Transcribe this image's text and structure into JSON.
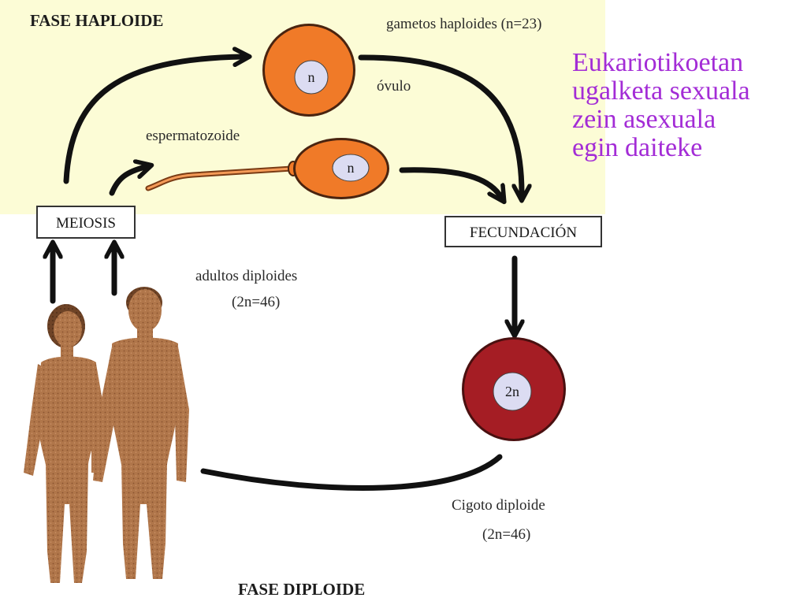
{
  "phases": {
    "haploid": "FASE HAPLOIDE",
    "diploid": "FASE DIPLOIDE"
  },
  "labels": {
    "gametes": "gametos haploides (n=23)",
    "ovule": "óvulo",
    "sperm": "espermatozoide",
    "adults_line1": "adultos diploides",
    "adults_line2": "(2n=46)",
    "zygote_line1": "Cigoto diploide",
    "zygote_line2": "(2n=46)"
  },
  "boxes": {
    "meiosis": "MEIOSIS",
    "fertilization": "FECUNDACIÓN"
  },
  "nuclei": {
    "ovule": "n",
    "sperm": "n",
    "zygote": "2n"
  },
  "side_note": [
    "Eukariotikoetan",
    "ugalketa sexuala",
    "zein asexuala",
    "egin daiteke"
  ],
  "colors": {
    "haploid_bg": "#fcfcd6",
    "gamete_fill": "#f07a28",
    "zygote_fill": "#a51d24",
    "nucleus_fill": "#dcdcf2",
    "note_text": "#a32cd6",
    "skin": "#b0764a"
  }
}
